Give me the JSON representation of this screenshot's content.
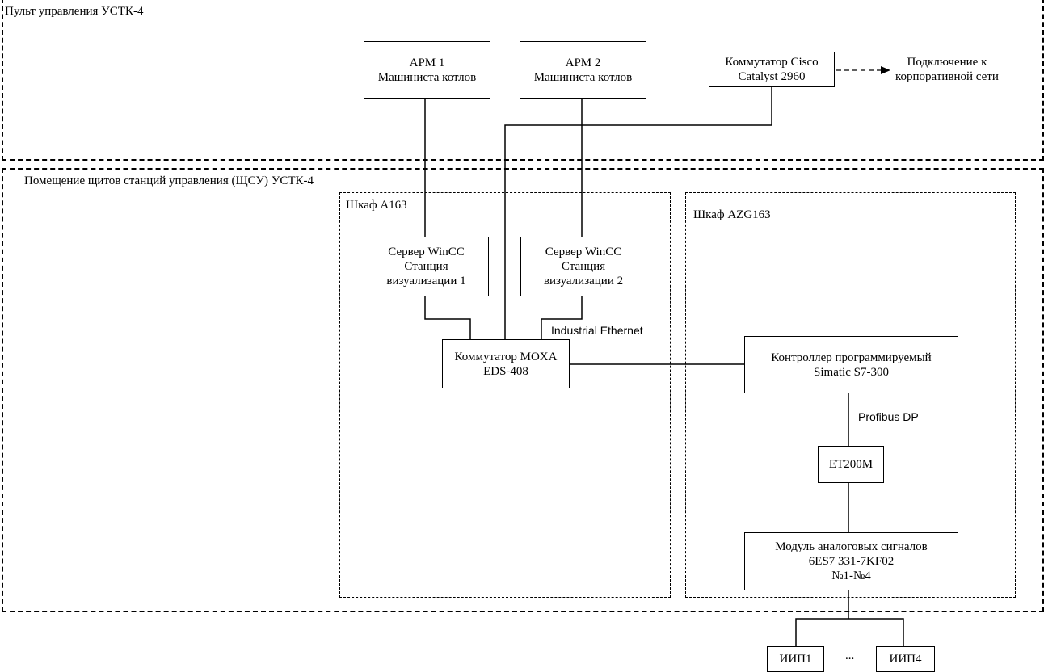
{
  "zones": {
    "console": "Пульт управления УСТК-4",
    "room": "Помещение щитов станций управления (ЩСУ) УСТК-4"
  },
  "cabinets": {
    "a163": "Шкаф А163",
    "azg163": "Шкаф AZG163"
  },
  "nodes": {
    "arm1": [
      "АРМ 1",
      "Машиниста котлов"
    ],
    "arm2": [
      "АРМ 2",
      "Машиниста котлов"
    ],
    "cisco": [
      "Коммутатор Cisco",
      "Catalyst 2960"
    ],
    "server1": [
      "Сервер WinCC",
      "Станция",
      "визуализации 1"
    ],
    "server2": [
      "Сервер WinCC",
      "Станция",
      "визуализации 2"
    ],
    "moxa": [
      "Коммутатор MOXA",
      "EDS-408"
    ],
    "plc": [
      "Контроллер программируемый",
      "Simatic S7-300"
    ],
    "et200m": [
      "ET200M"
    ],
    "aimodule": [
      "Модуль аналоговых сигналов",
      "6ES7 331-7KF02",
      "№1-№4"
    ],
    "iip1": [
      "ИИП1"
    ],
    "iip4": [
      "ИИП4"
    ]
  },
  "labels": {
    "corporate_network": [
      "Подключение к",
      "корпоративной сети"
    ],
    "industrial_ethernet": "Industrial Ethernet",
    "profibus": "Profibus DP",
    "ellipsis": "..."
  }
}
